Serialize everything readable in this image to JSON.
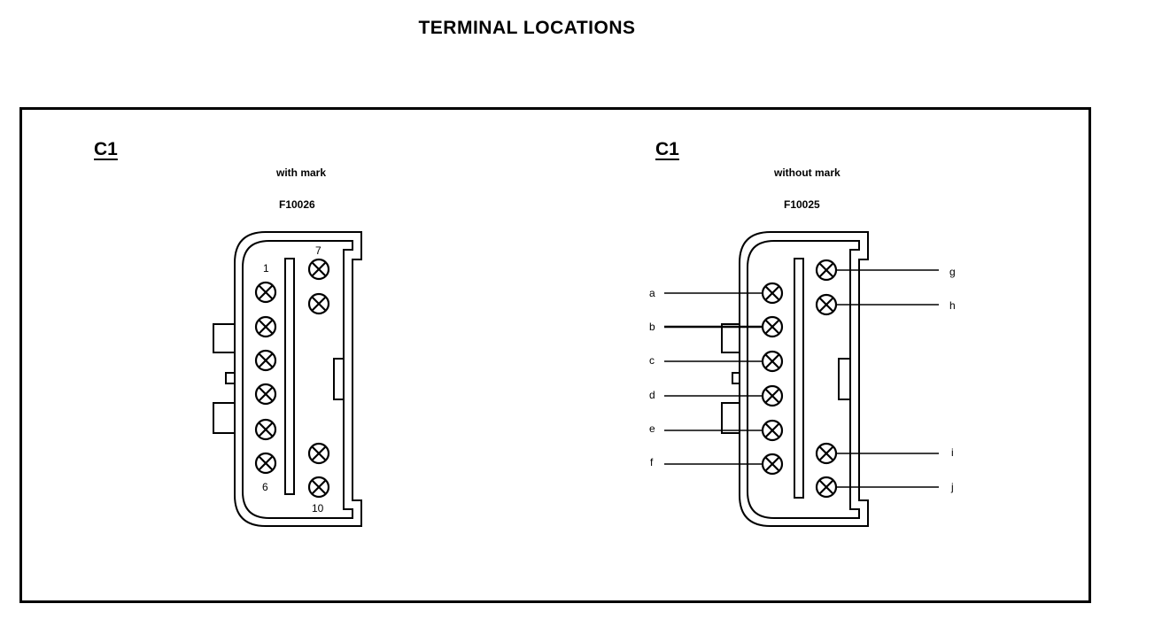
{
  "title": "TERMINAL LOCATIONS",
  "left": {
    "connector": "C1",
    "variant": "with mark",
    "figure": "F10026",
    "pin_numbers": [
      "1",
      "6",
      "7",
      "10"
    ]
  },
  "right": {
    "connector": "C1",
    "variant": "without mark",
    "figure": "F10025",
    "left_pins": [
      "a",
      "b",
      "c",
      "d",
      "e",
      "f"
    ],
    "right_pins": [
      "g",
      "h",
      "i",
      "j"
    ]
  }
}
